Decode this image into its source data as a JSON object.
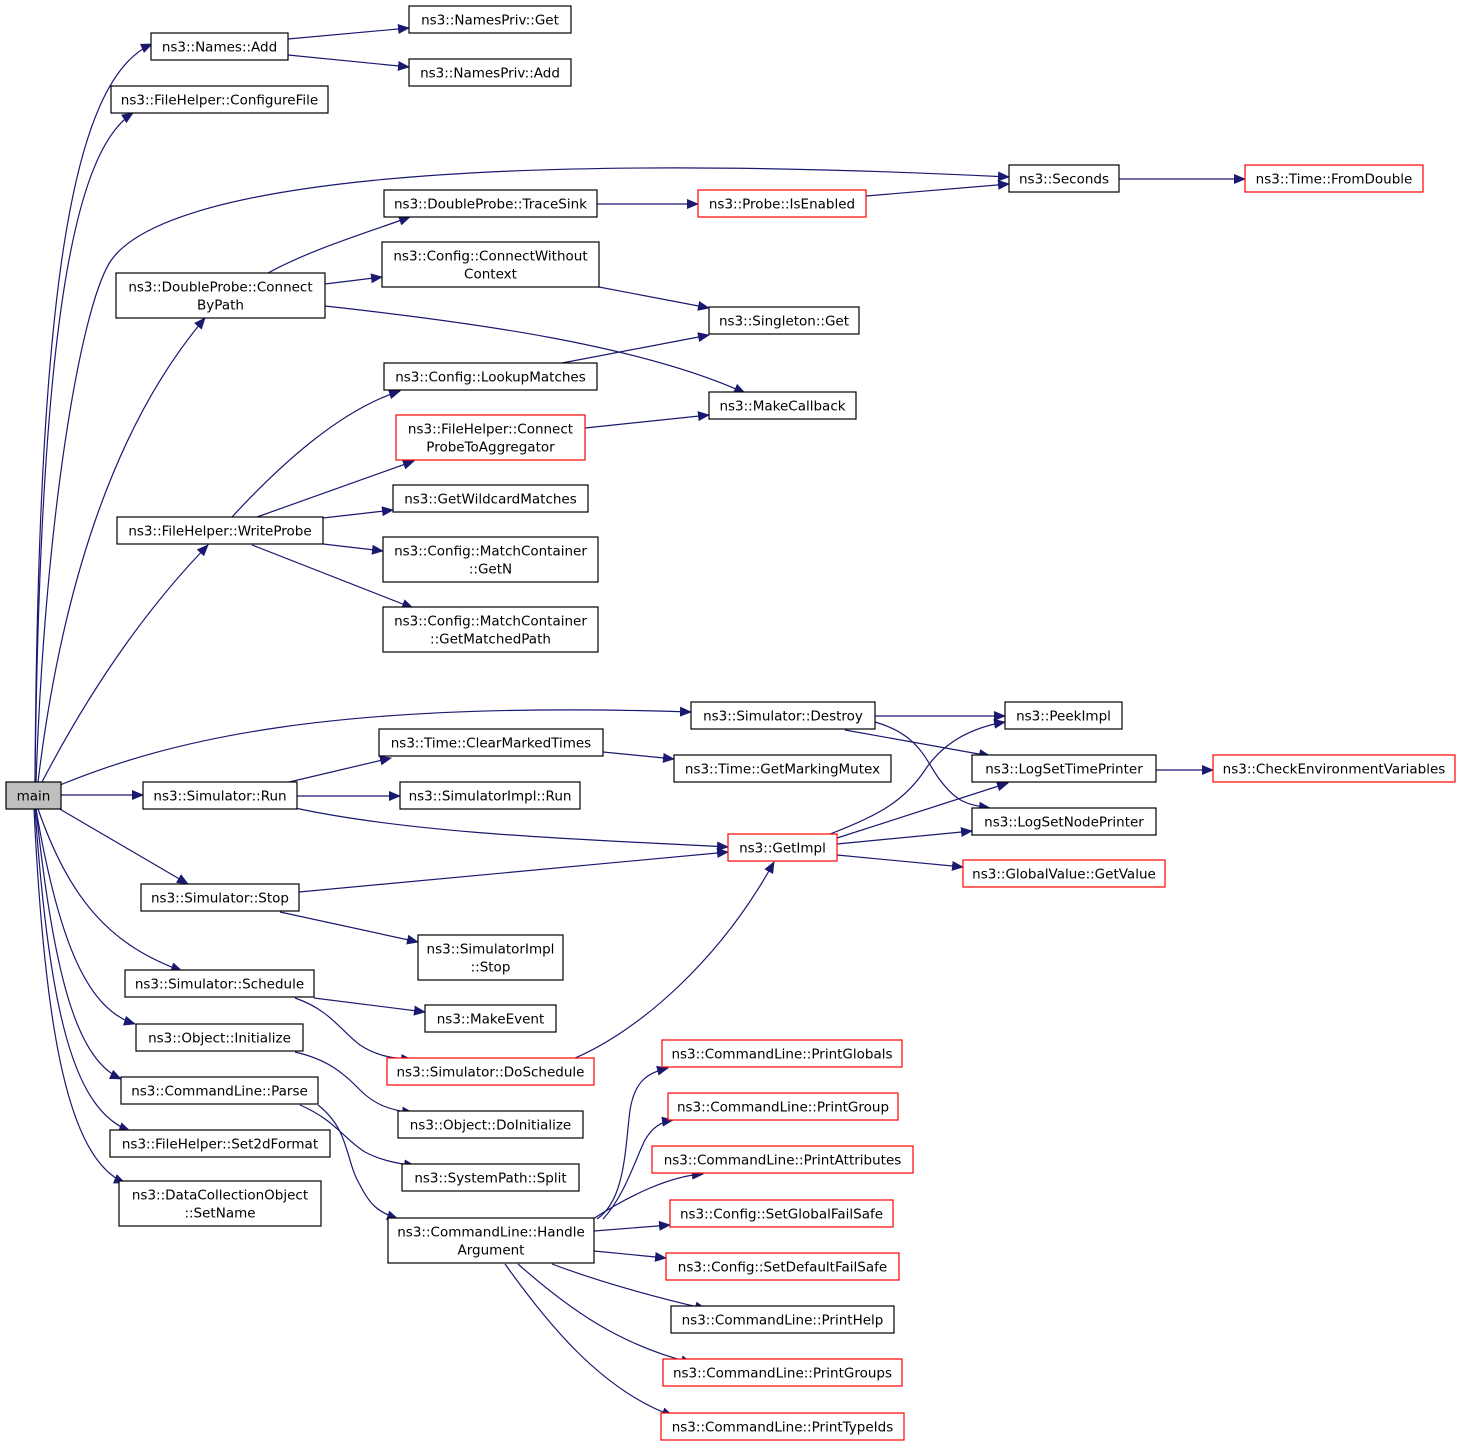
{
  "diagram": {
    "nodes": [
      {
        "id": "main",
        "lines": [
          "main"
        ],
        "style": "root"
      },
      {
        "id": "names_add",
        "lines": [
          "ns3::Names::Add"
        ],
        "style": "black"
      },
      {
        "id": "namespriv_get",
        "lines": [
          "ns3::NamesPriv::Get"
        ],
        "style": "black"
      },
      {
        "id": "namespriv_add",
        "lines": [
          "ns3::NamesPriv::Add"
        ],
        "style": "black"
      },
      {
        "id": "configurefile",
        "lines": [
          "ns3::FileHelper::ConfigureFile"
        ],
        "style": "black"
      },
      {
        "id": "seconds",
        "lines": [
          "ns3::Seconds"
        ],
        "style": "black"
      },
      {
        "id": "fromdouble",
        "lines": [
          "ns3::Time::FromDouble"
        ],
        "style": "red"
      },
      {
        "id": "tracesink",
        "lines": [
          "ns3::DoubleProbe::TraceSink"
        ],
        "style": "black"
      },
      {
        "id": "isenabled",
        "lines": [
          "ns3::Probe::IsEnabled"
        ],
        "style": "red"
      },
      {
        "id": "connectwithoutcontext",
        "lines": [
          "ns3::Config::ConnectWithout",
          "Context"
        ],
        "style": "black"
      },
      {
        "id": "connectbypath",
        "lines": [
          "ns3::DoubleProbe::Connect",
          "ByPath"
        ],
        "style": "black"
      },
      {
        "id": "singleton_get",
        "lines": [
          "ns3::Singleton::Get"
        ],
        "style": "black"
      },
      {
        "id": "lookupmatches",
        "lines": [
          "ns3::Config::LookupMatches"
        ],
        "style": "black"
      },
      {
        "id": "makecallback",
        "lines": [
          "ns3::MakeCallback"
        ],
        "style": "black"
      },
      {
        "id": "connectprobe",
        "lines": [
          "ns3::FileHelper::Connect",
          "ProbeToAggregator"
        ],
        "style": "red"
      },
      {
        "id": "getwildcard",
        "lines": [
          "ns3::GetWildcardMatches"
        ],
        "style": "black"
      },
      {
        "id": "writeprobe",
        "lines": [
          "ns3::FileHelper::WriteProbe"
        ],
        "style": "black"
      },
      {
        "id": "getn",
        "lines": [
          "ns3::Config::MatchContainer",
          "::GetN"
        ],
        "style": "black"
      },
      {
        "id": "getmatchedpath",
        "lines": [
          "ns3::Config::MatchContainer",
          "::GetMatchedPath"
        ],
        "style": "black"
      },
      {
        "id": "destroy",
        "lines": [
          "ns3::Simulator::Destroy"
        ],
        "style": "black"
      },
      {
        "id": "peekimpl",
        "lines": [
          "ns3::PeekImpl"
        ],
        "style": "black"
      },
      {
        "id": "clearmarked",
        "lines": [
          "ns3::Time::ClearMarkedTimes"
        ],
        "style": "black"
      },
      {
        "id": "logsettime",
        "lines": [
          "ns3::LogSetTimePrinter"
        ],
        "style": "black"
      },
      {
        "id": "checkenv",
        "lines": [
          "ns3::CheckEnvironmentVariables"
        ],
        "style": "red"
      },
      {
        "id": "getmarkingmutex",
        "lines": [
          "ns3::Time::GetMarkingMutex"
        ],
        "style": "black"
      },
      {
        "id": "sim_run",
        "lines": [
          "ns3::Simulator::Run"
        ],
        "style": "black"
      },
      {
        "id": "simimpl_run",
        "lines": [
          "ns3::SimulatorImpl::Run"
        ],
        "style": "black"
      },
      {
        "id": "logsetnode",
        "lines": [
          "ns3::LogSetNodePrinter"
        ],
        "style": "black"
      },
      {
        "id": "getimpl",
        "lines": [
          "ns3::GetImpl"
        ],
        "style": "red"
      },
      {
        "id": "globalvalue",
        "lines": [
          "ns3::GlobalValue::GetValue"
        ],
        "style": "red"
      },
      {
        "id": "sim_stop",
        "lines": [
          "ns3::Simulator::Stop"
        ],
        "style": "black"
      },
      {
        "id": "simimpl_stop",
        "lines": [
          "ns3::SimulatorImpl",
          "::Stop"
        ],
        "style": "black"
      },
      {
        "id": "schedule",
        "lines": [
          "ns3::Simulator::Schedule"
        ],
        "style": "black"
      },
      {
        "id": "makeevent",
        "lines": [
          "ns3::MakeEvent"
        ],
        "style": "black"
      },
      {
        "id": "obj_init",
        "lines": [
          "ns3::Object::Initialize"
        ],
        "style": "black"
      },
      {
        "id": "doschedule",
        "lines": [
          "ns3::Simulator::DoSchedule"
        ],
        "style": "red"
      },
      {
        "id": "printglobals",
        "lines": [
          "ns3::CommandLine::PrintGlobals"
        ],
        "style": "red"
      },
      {
        "id": "cl_parse",
        "lines": [
          "ns3::CommandLine::Parse"
        ],
        "style": "black"
      },
      {
        "id": "printgroup",
        "lines": [
          "ns3::CommandLine::PrintGroup"
        ],
        "style": "red"
      },
      {
        "id": "doinitialize",
        "lines": [
          "ns3::Object::DoInitialize"
        ],
        "style": "black"
      },
      {
        "id": "set2d",
        "lines": [
          "ns3::FileHelper::Set2dFormat"
        ],
        "style": "black"
      },
      {
        "id": "printattributes",
        "lines": [
          "ns3::CommandLine::PrintAttributes"
        ],
        "style": "red"
      },
      {
        "id": "split",
        "lines": [
          "ns3::SystemPath::Split"
        ],
        "style": "black"
      },
      {
        "id": "setname",
        "lines": [
          "ns3::DataCollectionObject",
          "::SetName"
        ],
        "style": "black"
      },
      {
        "id": "setglobalfs",
        "lines": [
          "ns3::Config::SetGlobalFailSafe"
        ],
        "style": "red"
      },
      {
        "id": "handlearg",
        "lines": [
          "ns3::CommandLine::Handle",
          "Argument"
        ],
        "style": "black"
      },
      {
        "id": "setdefaultfs",
        "lines": [
          "ns3::Config::SetDefaultFailSafe"
        ],
        "style": "red"
      },
      {
        "id": "printhelp",
        "lines": [
          "ns3::CommandLine::PrintHelp"
        ],
        "style": "black"
      },
      {
        "id": "printgroups",
        "lines": [
          "ns3::CommandLine::PrintGroups"
        ],
        "style": "red"
      },
      {
        "id": "printtypeids",
        "lines": [
          "ns3::CommandLine::PrintTypeIds"
        ],
        "style": "red"
      }
    ]
  }
}
